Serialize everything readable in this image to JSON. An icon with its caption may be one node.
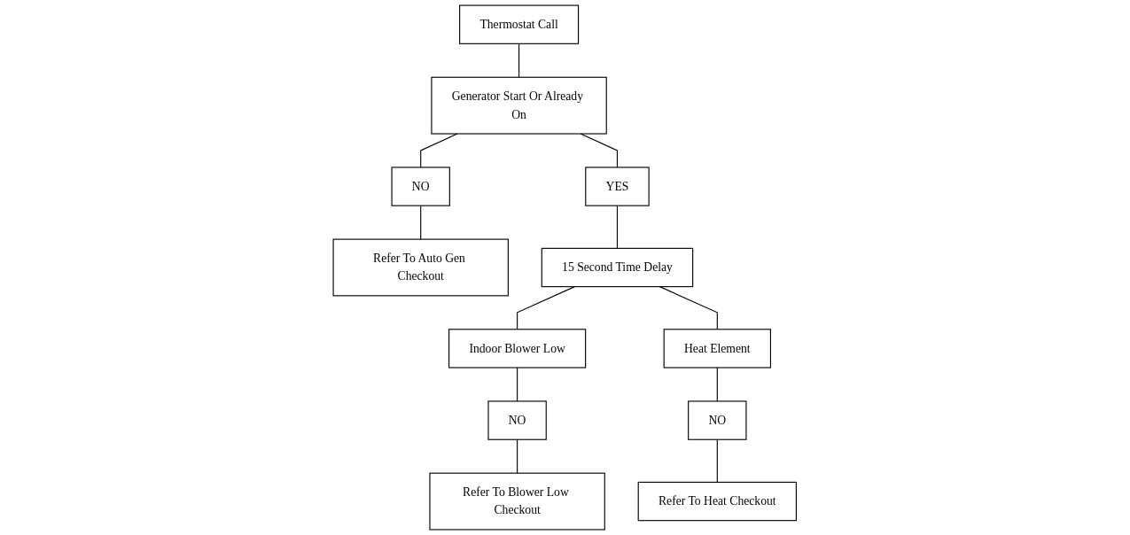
{
  "diagram": {
    "nodes": [
      {
        "text": [
          "Thermostat Call"
        ]
      },
      {
        "text": [
          "Generator Start Or Already On"
        ]
      },
      {
        "text": [
          "YES"
        ]
      },
      {
        "text": [
          "NO"
        ]
      },
      {
        "text": [
          "Refer To Auto Gen Checkout"
        ]
      },
      {
        "text": [
          "15 Second Time Delay"
        ]
      },
      {
        "text": [
          "Indoor Blower Low"
        ]
      },
      {
        "text": [
          "Heat Element"
        ]
      },
      {
        "text": [
          "NO"
        ]
      },
      {
        "text": [
          "NO"
        ]
      },
      {
        "text": [
          "Refer To Heat Checkout"
        ]
      },
      {
        "text": [
          "Refer To Blower Low Checkout"
        ]
      }
    ],
    "edges": [
      {
        "from": 0,
        "to": 1,
        "arrow": "none"
      },
      {
        "from": 1,
        "to": 2,
        "arrow": "none"
      },
      {
        "from": 1,
        "to": 3,
        "arrow": "none"
      },
      {
        "from": 3,
        "to": 4,
        "arrow": "none"
      },
      {
        "from": 2,
        "to": 5,
        "arrow": "none"
      },
      {
        "from": 5,
        "to": 6,
        "arrow": "none"
      },
      {
        "from": 5,
        "to": 7,
        "arrow": "none"
      },
      {
        "from": 6,
        "to": 8,
        "arrow": "none"
      },
      {
        "from": 8,
        "to": 11,
        "arrow": "none"
      },
      {
        "from": 7,
        "to": 9,
        "arrow": "none"
      },
      {
        "from": 9,
        "to": 10,
        "arrow": "none"
      }
    ]
  }
}
